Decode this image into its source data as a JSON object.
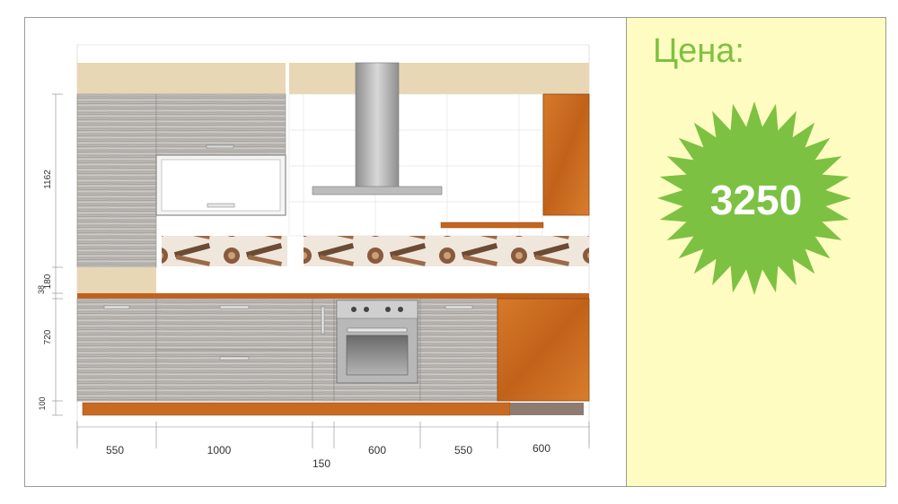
{
  "price": {
    "label": "Цена:",
    "value": "3250",
    "accent_color": "#7dc143",
    "panel_color": "#fefcc0"
  },
  "dimensions": {
    "widths": [
      "550",
      "1000",
      "150",
      "600",
      "550",
      "600"
    ],
    "heights": [
      "1162",
      "180",
      "38",
      "720",
      "100"
    ]
  },
  "colors": {
    "wall_panel": "#e8d7b4",
    "wood_orange": "#c96a1e",
    "countertop": "#c1611c",
    "gray_facade": "#b9b6b2",
    "steel": "#a9a9a9",
    "glass_white": "#f4f4f4"
  }
}
